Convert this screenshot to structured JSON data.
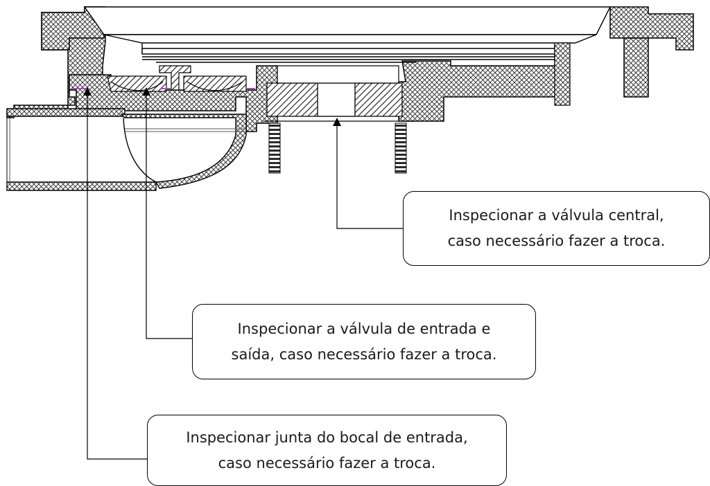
{
  "colors": {
    "line": "#000000",
    "hatch": "#3a3a3a",
    "gasket_accent": "#b04ab0",
    "background": "#ffffff"
  },
  "callouts": {
    "central_valve": {
      "line1": "Inspecionar a válvula central,",
      "line2": "caso necessário fazer a troca."
    },
    "entry_exit_valve": {
      "line1": "Inspecionar a válvula de entrada e",
      "line2": "saída, caso necessário fazer a troca."
    },
    "nozzle_gasket": {
      "line1": "Inspecionar junta do bocal de entrada,",
      "line2": "caso necessário fazer a troca."
    }
  }
}
